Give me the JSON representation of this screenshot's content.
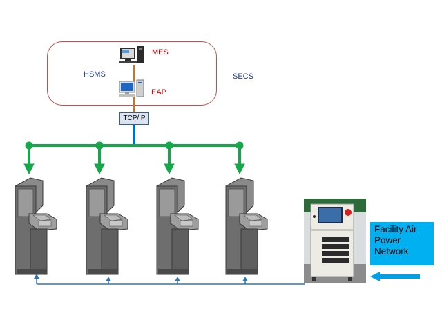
{
  "host": {
    "mes_label": "MES",
    "eap_label": "EAP",
    "hsms_label": "HSMS",
    "secs_label": "SECS"
  },
  "network": {
    "tcp_label": "TCP/IP"
  },
  "facility": {
    "lines": [
      "Facility Air",
      "Power",
      "Network"
    ]
  },
  "colors": {
    "host_border": "#c0504d",
    "link_orange": "#e46c0a",
    "tcp_link_blue": "#0070c0",
    "bus_green": "#14a84a",
    "facility_fill": "#00b0f0",
    "air_line_blue": "#2e75b6",
    "arrow_blue": "#00a0e9"
  },
  "icons": [
    "mes-computer-icon",
    "eap-computer-icon",
    "equipment-station-icon",
    "facility-cabinet-icon"
  ]
}
